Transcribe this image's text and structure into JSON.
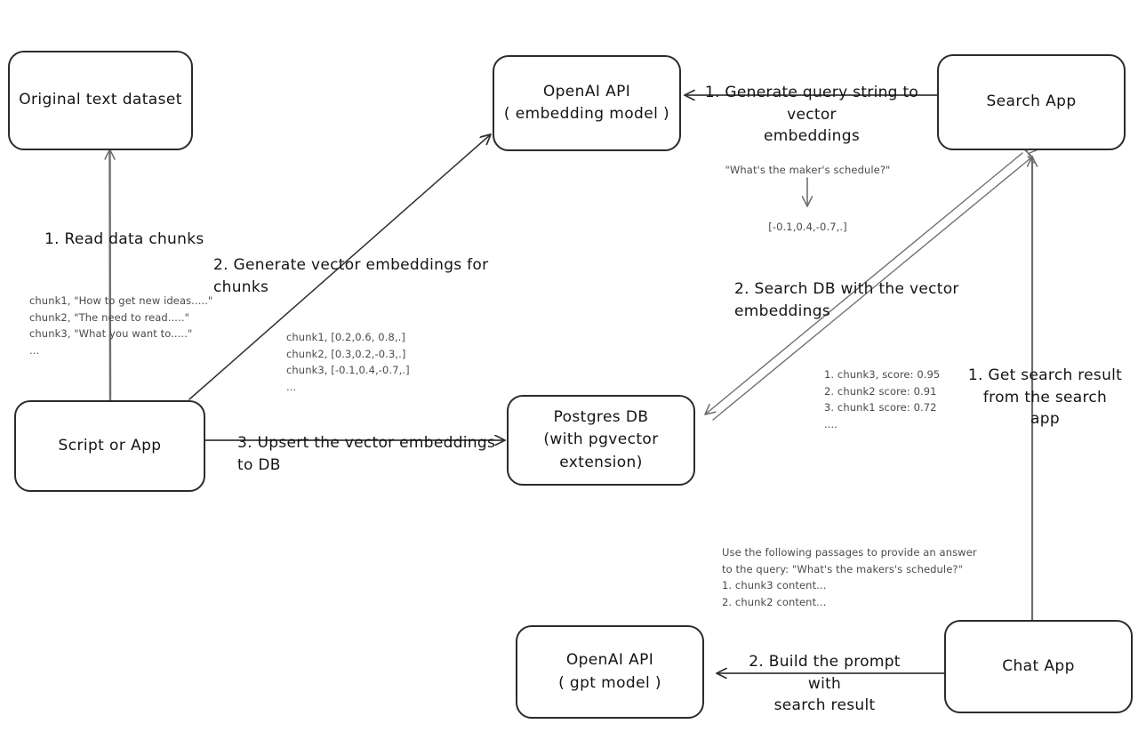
{
  "diagram": {
    "title": "RAG pipeline with OpenAI embeddings and pgvector",
    "stroke_color": "#2b2b2b",
    "note_color": "#4a4a4a",
    "background": "#ffffff"
  },
  "nodes": {
    "original_dataset": {
      "label": "Original text dataset"
    },
    "script_or_app": {
      "label": "Script or App"
    },
    "openai_embedding": {
      "line1": "OpenAI API",
      "line2": "( embedding model )"
    },
    "postgres_db": {
      "line1": "Postgres DB",
      "line2": "(with pgvector extension)"
    },
    "search_app": {
      "label": "Search App"
    },
    "chat_app": {
      "label": "Chat App"
    },
    "openai_gpt": {
      "line1": "OpenAI API",
      "line2": "( gpt model )"
    }
  },
  "edges": {
    "read_data_chunks": {
      "label": "1. Read data chunks"
    },
    "generate_vector_embeddings": {
      "label": "2. Generate vector embeddings for chunks"
    },
    "upsert_to_db": {
      "label": "3. Upsert the vector embeddings  to DB"
    },
    "generate_query_embeddings": {
      "label": "1. Generate query string to vector\nembeddings"
    },
    "search_db": {
      "label": "2. Search DB with the vector embeddings"
    },
    "get_search_result": {
      "label": "1. Get search result\nfrom the search app"
    },
    "build_prompt": {
      "label": "2. Build the prompt with\nsearch result"
    }
  },
  "notes": {
    "chunks_sample": "chunk1, \"How to get new ideas.....\"\nchunk2, \"The need to read.....\"\nchunk3, \"What you want to.....\"\n...",
    "embeddings_sample": "chunk1, [0.2,0.6, 0.8,.]\nchunk2, [0.3,0.2,-0.3,.]\nchunk3, [-0.1,0.4,-0.7,.]\n...",
    "query_text": "\"What's the maker's schedule?\"",
    "query_vector": "[-0.1,0.4,-0.7,.]",
    "search_results": "1. chunk3, score: 0.95\n2. chunk2 score: 0.91\n3. chunk1 score: 0.72\n....",
    "prompt_sample": "Use the following passages to provide an answer\nto the query: \"What's the makers's schedule?\"\n1. chunk3 content...\n2. chunk2 content..."
  }
}
